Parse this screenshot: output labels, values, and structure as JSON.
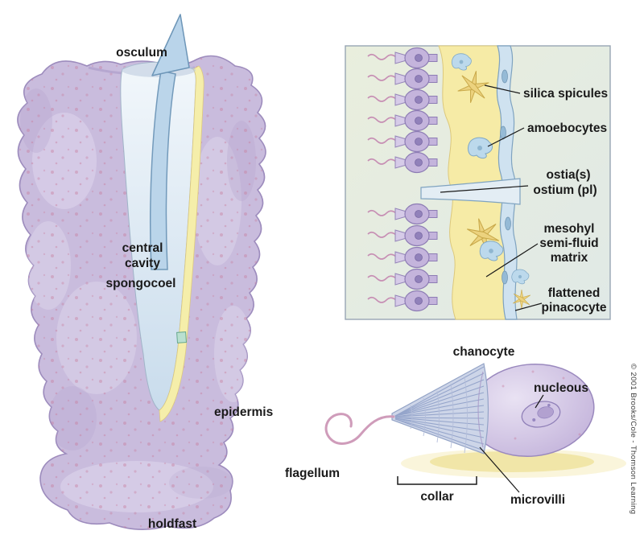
{
  "figure_title": "Sponge (Porifera) anatomy diagram",
  "palette": {
    "body_lavender": "#c9bcdd",
    "body_outline": "#9d8cbd",
    "speckle_pink": "#c87d9e",
    "cavity_blue": "#dce9f4",
    "mesohyl_yellow": "#f6eba6",
    "arrow_blue": "#b9d4ea",
    "pinacocyte_blue": "#cfe2f0",
    "cell_purple": "#c4b4dc",
    "label_color": "#1a1a1a"
  },
  "sponge": {
    "labels": {
      "osculum": "osculum",
      "cavity_line1": "central",
      "cavity_line2": "cavity",
      "cavity_line3": "spongocoel",
      "epidermis": "epidermis",
      "holdfast": "holdfast"
    }
  },
  "inset": {
    "labels": {
      "silica_spicules": "silica spicules",
      "amoebocytes": "amoebocytes",
      "ostia": "ostia(s)",
      "ostium": "ostium (pl)",
      "mesohyl_line1": "mesohyl",
      "mesohyl_line2": "semi-fluid",
      "mesohyl_line3": "matrix",
      "pinacocyte_line1": "flattened",
      "pinacocyte_line2": "pinacocyte"
    }
  },
  "choanocyte": {
    "labels": {
      "title": "chanocyte",
      "nucleus": "nucleous",
      "flagellum": "flagellum",
      "collar": "collar",
      "microvilli": "microvilli"
    }
  },
  "copyright": "© 2001 Brooks/Cole - Thomson Learning"
}
